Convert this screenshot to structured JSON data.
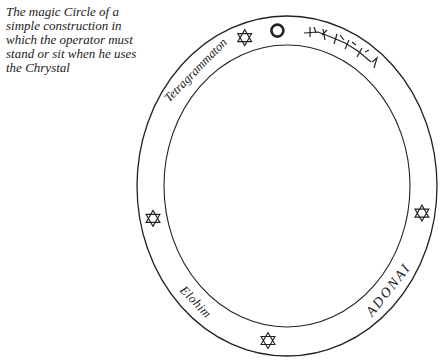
{
  "diagram": {
    "nodes": [
      {
        "text": [
          "Tetragrammaton",
          "ADONAI",
          "Elohim"
        ]
      }
    ],
    "labels": [
      "The magic Circle of a simple construction in which the operator must stand or sit when he uses the Chrystal"
    ]
  }
}
